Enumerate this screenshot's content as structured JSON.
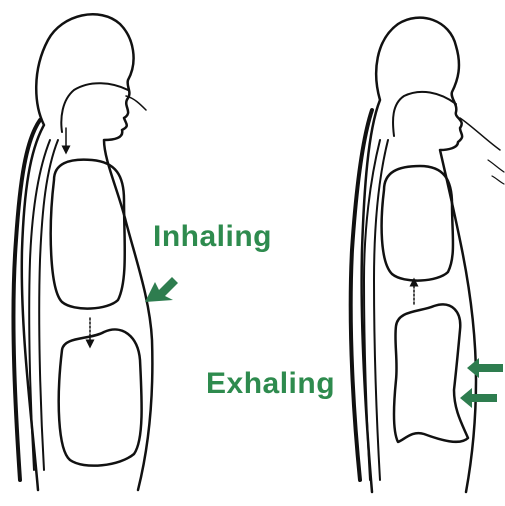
{
  "labels": {
    "inhaling": "Inhaling",
    "exhaling": "Exhaling"
  },
  "colors": {
    "label": "#2e8b4e",
    "arrow": "#2e7d4f",
    "outline": "#111111",
    "background": "#ffffff"
  },
  "icons": {
    "inhale_arrow": "diagonal-arrow-up-left",
    "exhale_arrows": "double-left-arrow"
  }
}
